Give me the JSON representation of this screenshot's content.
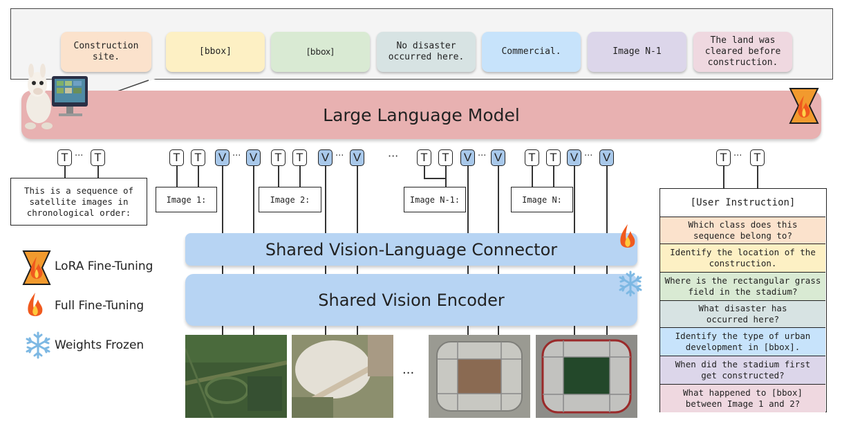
{
  "outputs": [
    {
      "text": "Construction site.",
      "color": "#fbe2cc"
    },
    {
      "text": "[bbox]",
      "color": "#fdf0c4"
    },
    {
      "text": "[bbox]",
      "color": "#d9ead3"
    },
    {
      "text": "No disaster occurred here.",
      "color": "#d7e3e3"
    },
    {
      "text": "Commercial.",
      "color": "#c7e3fb"
    },
    {
      "text": "Image N-1",
      "color": "#dcd6ea"
    },
    {
      "text": "The land was cleared before construction.",
      "color": "#efd8e0"
    }
  ],
  "llm_title": "Large Language Model",
  "tokens": {
    "t": "T",
    "v": "V",
    "ellipsis": "···",
    "gap_ellipsis": "···"
  },
  "prompt_text": "This is a sequence of satellite images in chronological order:",
  "image_labels": [
    "Image 1:",
    "Image 2:",
    "Image N-1:",
    "Image N:"
  ],
  "connector_title": "Shared Vision-Language Connector",
  "encoder_title": "Shared Vision Encoder",
  "images_ellipsis": "...",
  "legend": {
    "lora": "LoRA Fine-Tuning",
    "full": "Full Fine-Tuning",
    "frozen": "Weights Frozen"
  },
  "instruction": {
    "header": "[User Instruction]",
    "rows": [
      {
        "text": "Which class does this sequence belong to?",
        "color": "#fbe2cc"
      },
      {
        "text": "Identify the location of the construction.",
        "color": "#fdf0c4"
      },
      {
        "text": "Where is the rectangular grass field in the stadium?",
        "color": "#d9ead3"
      },
      {
        "text": "What disaster has occurred here?",
        "color": "#d7e3e3"
      },
      {
        "text": "Identify the type of urban development in [bbox].",
        "color": "#c7e3fb"
      },
      {
        "text": "When did the stadium first get constructed?",
        "color": "#dcd6ea"
      },
      {
        "text": "What happened to [bbox] between Image 1 and 2?",
        "color": "#efd8e0"
      }
    ]
  },
  "colors": {
    "llm": "#e8b1b1",
    "vision": "#b7d4f3",
    "token_v": "#a8c8ea"
  }
}
